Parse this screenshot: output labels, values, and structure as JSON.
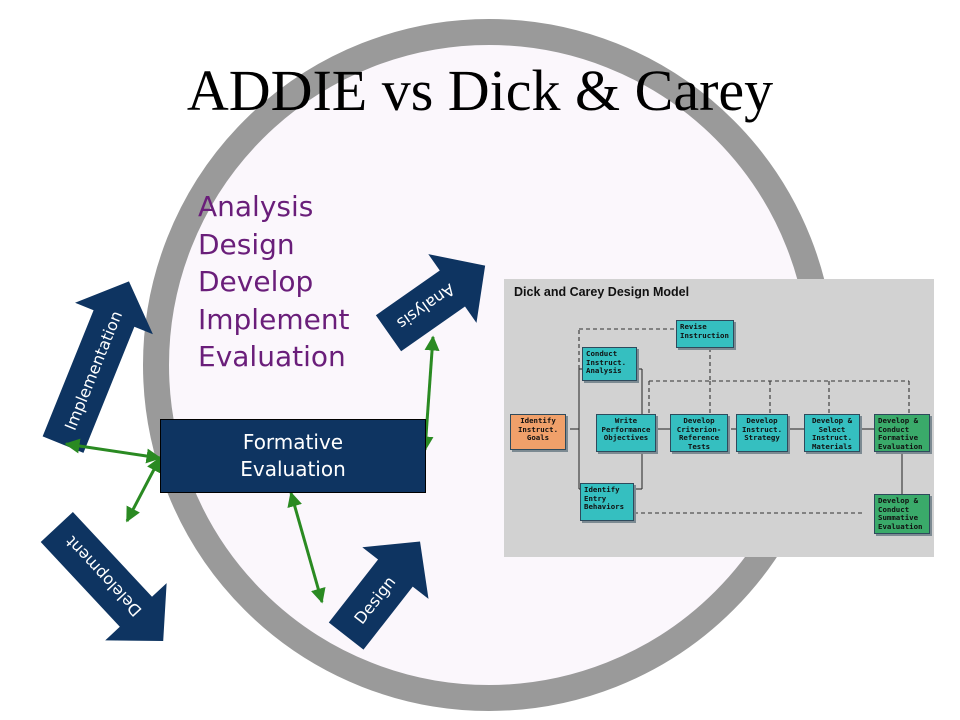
{
  "title": "ADDIE vs Dick & Carey",
  "addie_phases": [
    "Analysis",
    "Design",
    "Develop",
    "Implement",
    "Evaluation"
  ],
  "formative_evaluation": "Formative\nEvaluation",
  "cycle_arrows": {
    "analysis": "Analysis",
    "design": "Design",
    "development": "Delelopment",
    "implementation": "Implementation"
  },
  "dick_carey": {
    "title": "Dick and Carey Design Model",
    "boxes": {
      "revise": "Revise\nInstruction",
      "conduct": "Conduct\nInstruct.\nAnalysis",
      "identify_goals": "Identify\nInstruct.\nGoals",
      "write_objectives": "Write\nPerformance\nObjectives",
      "criterion_tests": "Develop\nCriterion-\nReference\nTests",
      "strategy": "Develop\nInstruct.\nStrategy",
      "materials": "Develop &\nSelect\nInstruct.\nMaterials",
      "formative": "Develop &\nConduct\nFormative\nEvaluation",
      "entry_behaviors": "Identify\nEntry\nBehaviors",
      "summative": "Develop &\nConduct\nSummative\nEvaluation"
    }
  },
  "colors": {
    "ring": "#9a9a9a",
    "inner_circle": "#fbf7fc",
    "navy": "#0e3461",
    "connector_green": "#2a8a22",
    "phase_text": "#6a1e7a",
    "dc_cyan": "#35bfc0",
    "dc_orange": "#f0a06a",
    "dc_green": "#3aaa6a"
  }
}
